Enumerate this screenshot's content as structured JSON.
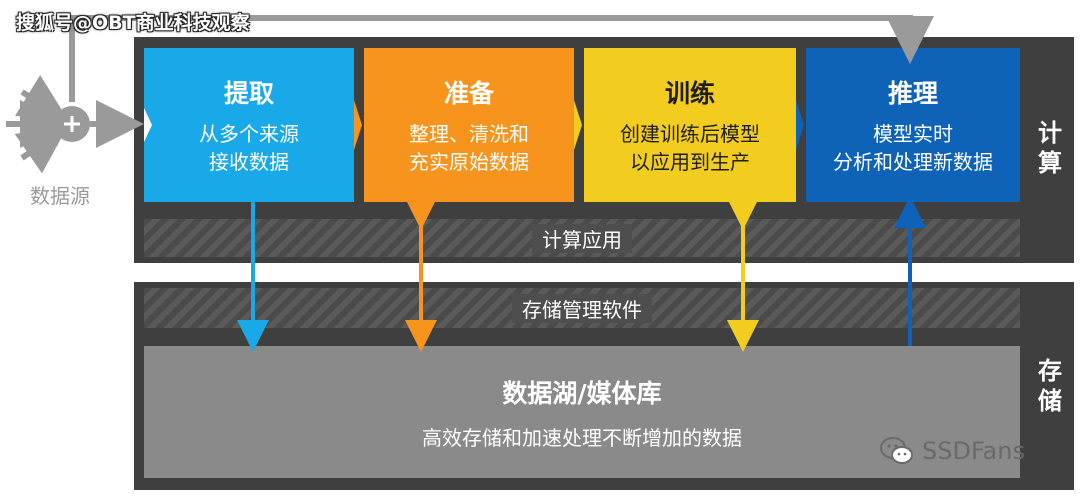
{
  "watermark": "搜狐号@OBT商业科技观察",
  "source": {
    "label": "数据源"
  },
  "compute": {
    "side_label": "计\n算",
    "app_label": "计算应用"
  },
  "storage": {
    "side_label": "存\n储",
    "mgmt_label": "存储管理软件"
  },
  "stages": [
    {
      "title": "提取",
      "desc": "从多个来源\n接收数据",
      "color": "#1aa9e8"
    },
    {
      "title": "准备",
      "desc": "整理、清洗和\n充实原始数据",
      "color": "#f7941d"
    },
    {
      "title": "训练",
      "desc": "创建训练后模型\n以应用到生产",
      "color": "#f2cd1f"
    },
    {
      "title": "推理",
      "desc": "模型实时\n分析和处理新数据",
      "color": "#0e63b8"
    }
  ],
  "lake": {
    "title": "数据湖/媒体库",
    "desc": "高效存储和加速处理不断增加的数据"
  },
  "brand": {
    "name": "SSDFans",
    "icon": "wechat-icon"
  }
}
